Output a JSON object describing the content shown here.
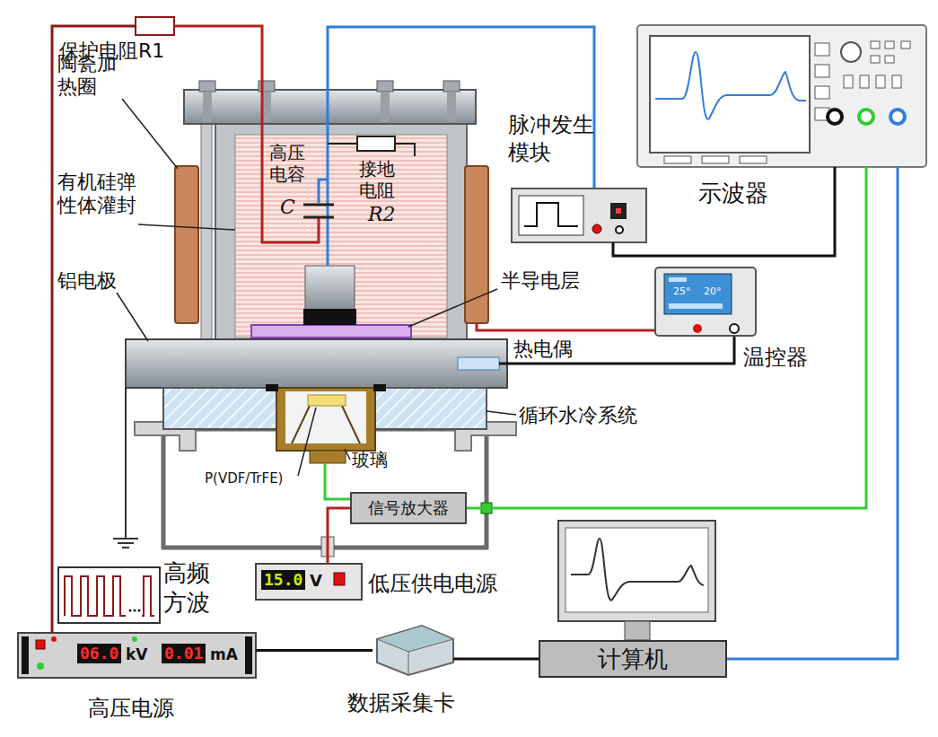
{
  "diagram": {
    "nodes": [
      {
        "text": [
          "保护电阻R1"
        ]
      },
      {
        "text": [
          "脉冲发生模块"
        ]
      },
      {
        "text": [
          "示波器"
        ]
      },
      {
        "text": [
          "温控器"
        ]
      },
      {
        "text": [
          "信号放大器"
        ]
      },
      {
        "text": [
          "15.0",
          "V",
          "低压供电电源"
        ]
      },
      {
        "text": [
          "高频方波"
        ]
      },
      {
        "text": [
          "06.0",
          "kV",
          "0.01",
          "mA",
          "高压电源"
        ]
      },
      {
        "text": [
          "数据采集卡"
        ]
      },
      {
        "text": [
          "计算机"
        ]
      }
    ],
    "edges": [
      {
        "from": 1,
        "to": 2,
        "arrow": "none"
      },
      {
        "from": 4,
        "to": 2,
        "arrow": "none"
      },
      {
        "from": 9,
        "to": 2,
        "arrow": "none"
      },
      {
        "from": 7,
        "to": 8,
        "arrow": "none"
      },
      {
        "from": 8,
        "to": 9,
        "arrow": "none"
      },
      {
        "from": 5,
        "to": 4,
        "arrow": "none"
      },
      {
        "from": 7,
        "to": 0,
        "arrow": "none"
      }
    ],
    "labels": [
      "陶瓷加热圈",
      "有机硅弹性体灌封",
      "铝电极",
      "高压电容",
      "C",
      "接地电阻",
      "R2",
      "半导电层",
      "热电偶",
      "循环水冷系统",
      "玻璃",
      "P(VDF/TrFE)",
      "25°",
      "20°"
    ]
  }
}
